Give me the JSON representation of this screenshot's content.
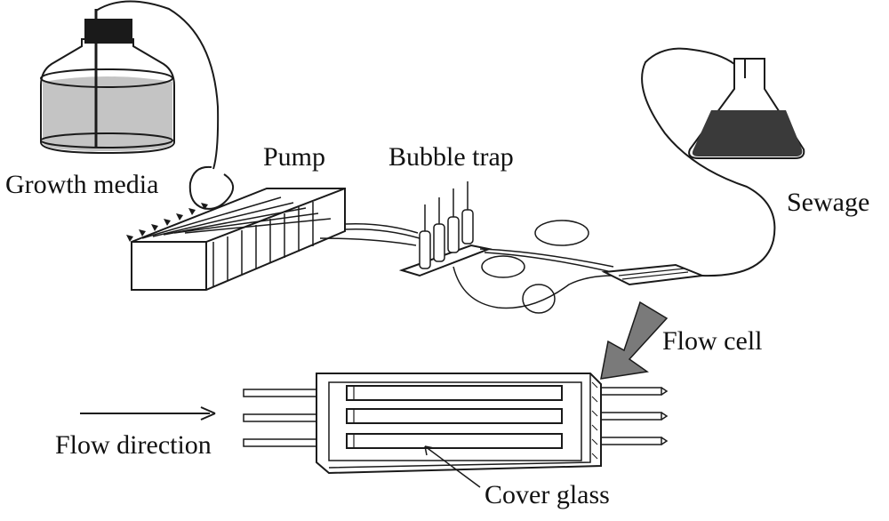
{
  "labels": {
    "growth_media": "Growth media",
    "pump": "Pump",
    "bubble_trap": "Bubble trap",
    "sewage": "Sewage",
    "flow_cell": "Flow cell",
    "flow_direction": "Flow direction",
    "cover_glass": "Cover glass"
  },
  "colors": {
    "line": "#1a1a1a",
    "media_fill": "#c4c4c4",
    "sewage_fill": "#3a3a3a",
    "arrow_fill": "#7a7a7a",
    "cap_fill": "#1a1a1a"
  }
}
